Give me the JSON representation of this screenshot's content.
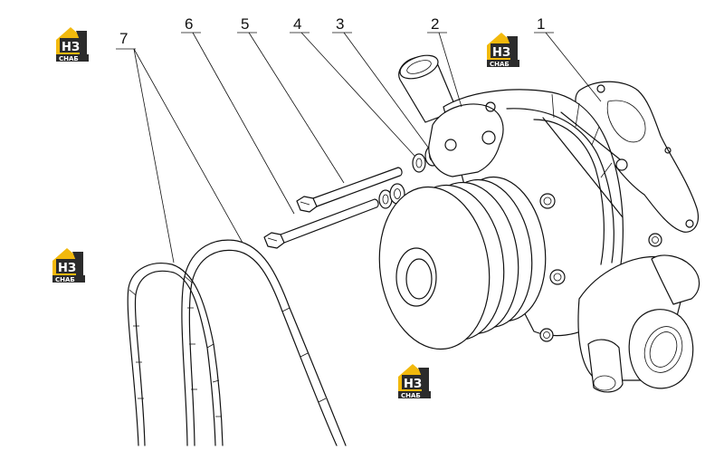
{
  "callouts": [
    {
      "id": "1",
      "label": "1"
    },
    {
      "id": "2",
      "label": "2"
    },
    {
      "id": "3",
      "label": "3"
    },
    {
      "id": "4",
      "label": "4"
    },
    {
      "id": "5",
      "label": "5"
    },
    {
      "id": "6",
      "label": "6"
    },
    {
      "id": "7",
      "label": "7"
    }
  ],
  "watermark": {
    "mark": "НЗ",
    "caption": "СНАБ",
    "colors": {
      "yellow": "#f2b90d",
      "dark": "#2b2b2b"
    }
  }
}
